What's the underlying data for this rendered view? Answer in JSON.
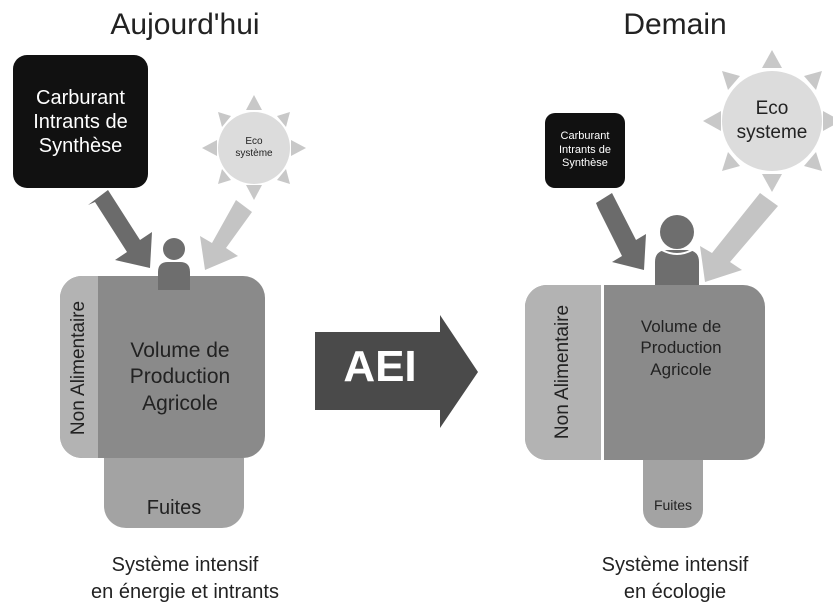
{
  "left": {
    "title": "Aujourd'hui",
    "input_box": [
      "Carburant",
      "Intrants de",
      "Synthèse"
    ],
    "sun_label": [
      "Eco",
      "système"
    ],
    "side_label": "Non Alimentaire",
    "volume": [
      "Volume de",
      "Production",
      "Agricole"
    ],
    "fuites": "Fuites",
    "caption": [
      "Système intensif",
      "en énergie et intrants"
    ]
  },
  "center": {
    "arrow_label": "AEI"
  },
  "right": {
    "title": "Demain",
    "input_box": [
      "Carburant",
      "Intrants de",
      "Synthèse"
    ],
    "sun_label": [
      "Eco",
      "systeme"
    ],
    "side_label": "Non Alimentaire",
    "volume": [
      "Volume de",
      "Production",
      "Agricole"
    ],
    "fuites": "Fuites",
    "caption": [
      "Système intensif",
      "en écologie"
    ]
  },
  "colors": {
    "dark": "#111111",
    "mid_gray": "#8a8a8a",
    "light_gray": "#b3b3b3",
    "arrow_dark": "#6b6b6b",
    "arrow_light": "#c4c4c4"
  }
}
